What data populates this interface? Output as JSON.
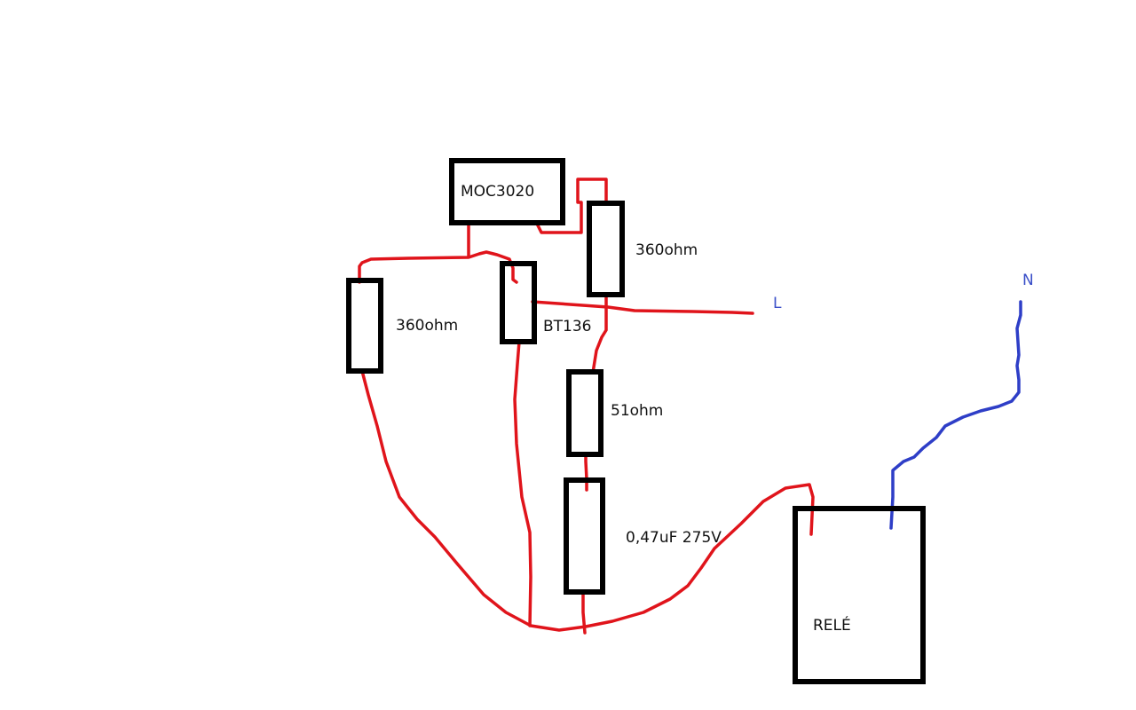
{
  "colors": {
    "background": "#ffffff",
    "component_outline": "#000000",
    "wire_red": "#e0141b",
    "wire_blue": "#2e3ec7",
    "terminal_label_blue": "#3a4fc8"
  },
  "components": {
    "optocoupler": {
      "label": "MOC3020"
    },
    "resistor_gate": {
      "label": "360ohm"
    },
    "resistor_left": {
      "label": "360ohm"
    },
    "triac": {
      "label": "BT136"
    },
    "resistor_snubber": {
      "label": "51ohm"
    },
    "capacitor_snubber": {
      "label": "0,47uF 275V"
    },
    "relay": {
      "label": "RELÉ"
    }
  },
  "terminals": {
    "line": {
      "label": "L"
    },
    "neutral": {
      "label": "N"
    }
  }
}
